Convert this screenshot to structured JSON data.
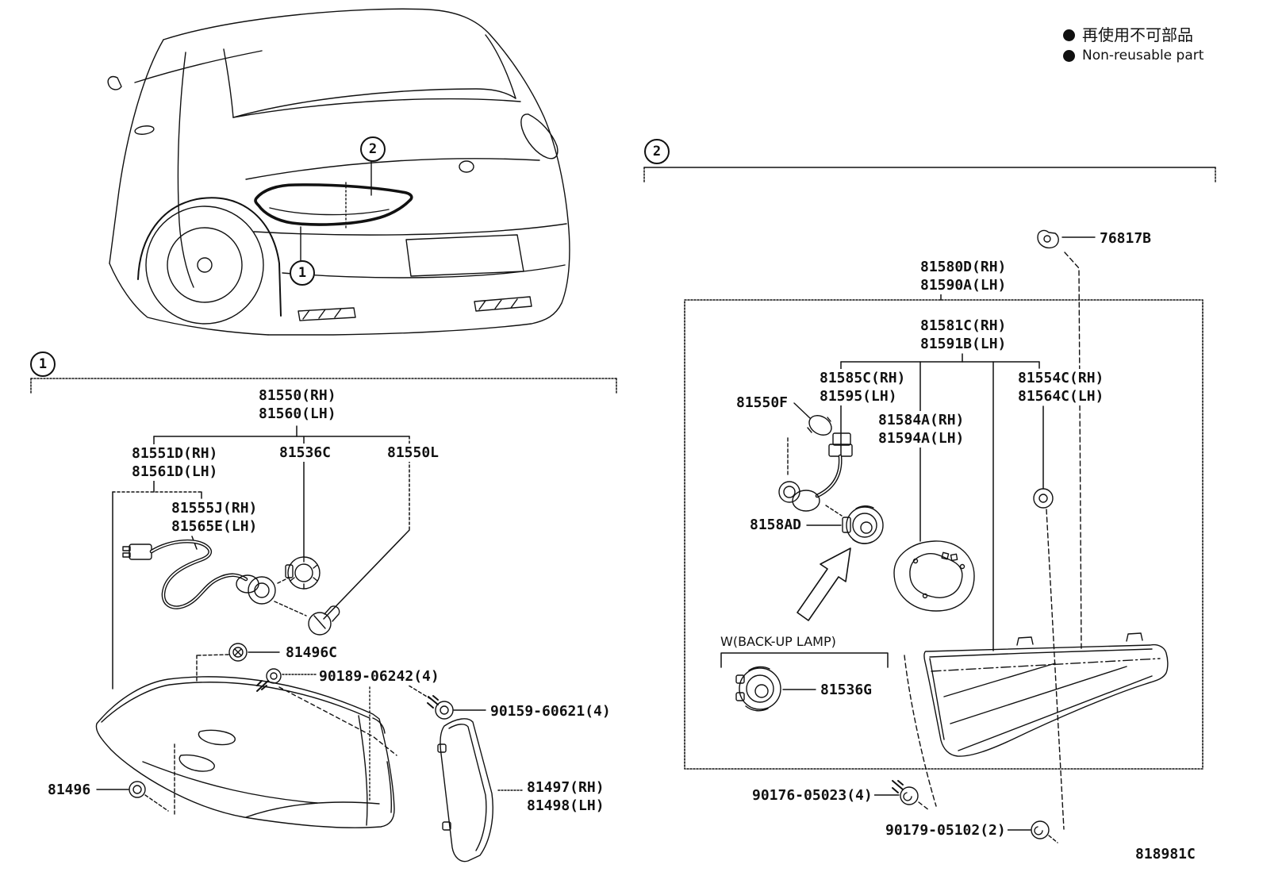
{
  "legend": {
    "jp": "再使用不可部品",
    "en": "Non-reusable part"
  },
  "drawing_number": "818981C",
  "sections": {
    "one": "1",
    "two": "2"
  },
  "callouts": {
    "car_lamp_outer": "1",
    "car_lamp_inner": "2"
  },
  "parts": {
    "p81550": {
      "lines": [
        "81550(RH)",
        "81560(LH)"
      ]
    },
    "p81551d": {
      "lines": [
        "81551D(RH)",
        "81561D(LH)"
      ]
    },
    "p81536c": {
      "lines": [
        "81536C"
      ]
    },
    "p81550l": {
      "lines": [
        "81550L"
      ]
    },
    "p81555j": {
      "lines": [
        "81555J(RH)",
        "81565E(LH)"
      ]
    },
    "p81496c": {
      "lines": [
        "81496C"
      ]
    },
    "p90189": {
      "lines": [
        "90189-06242(4)"
      ]
    },
    "p90159": {
      "lines": [
        "90159-60621(4)"
      ]
    },
    "p81496": {
      "lines": [
        "81496"
      ]
    },
    "p81497": {
      "lines": [
        "81497(RH)",
        "81498(LH)"
      ]
    },
    "p76817b": {
      "lines": [
        "76817B"
      ]
    },
    "p81580d": {
      "lines": [
        "81580D(RH)",
        "81590A(LH)"
      ]
    },
    "p81581c": {
      "lines": [
        "81581C(RH)",
        "81591B(LH)"
      ]
    },
    "p81585c": {
      "lines": [
        "81585C(RH)",
        "81595(LH)"
      ]
    },
    "p81550f": {
      "lines": [
        "81550F"
      ]
    },
    "p81584a": {
      "lines": [
        "81584A(RH)",
        "81594A(LH)"
      ],
      "non_reusable": true
    },
    "p81554c": {
      "lines": [
        "81554C(RH)",
        "81564C(LH)"
      ]
    },
    "p8158ad": {
      "lines": [
        "8158AD"
      ]
    },
    "p81536g": {
      "lines": [
        "81536G"
      ]
    },
    "p90176": {
      "lines": [
        "90176-05023(4)"
      ]
    },
    "p90179": {
      "lines": [
        "90179-05102(2)"
      ]
    },
    "wbackup": {
      "lines": [
        "W(BACK-UP LAMP)"
      ]
    }
  }
}
